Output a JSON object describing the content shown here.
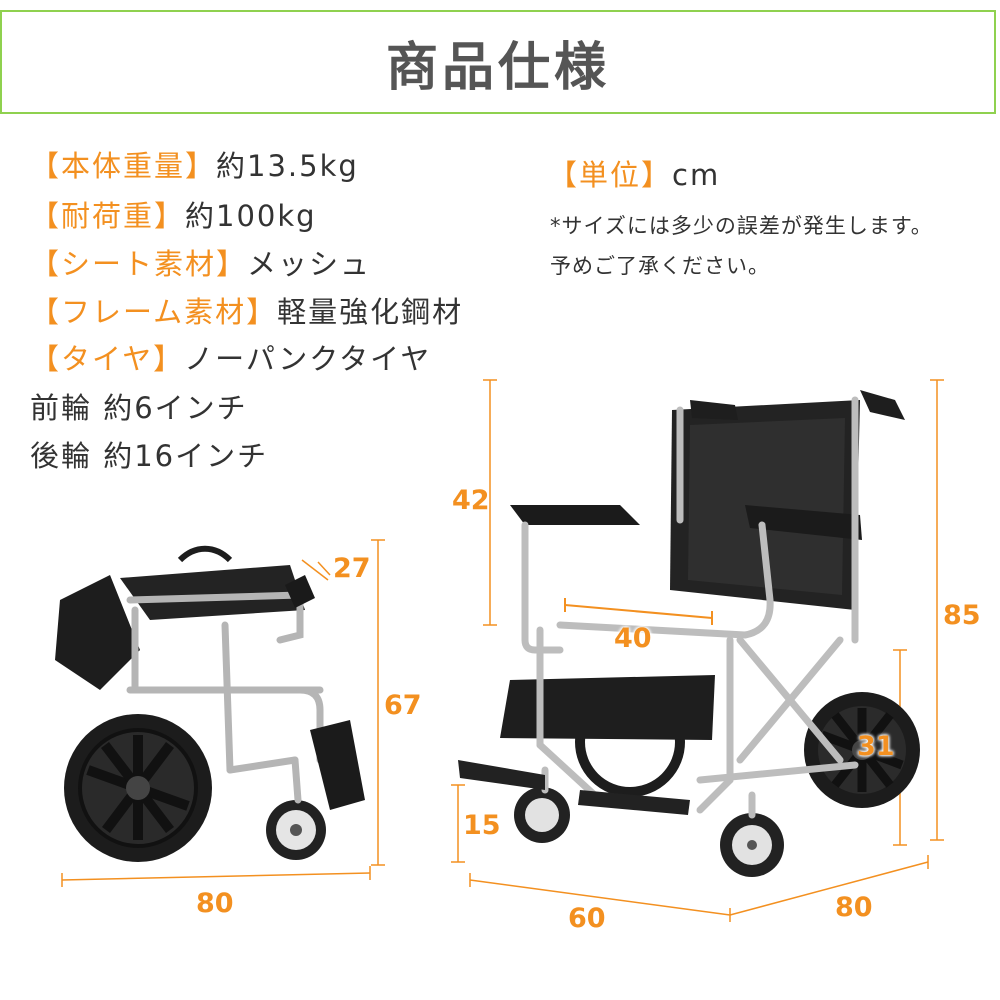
{
  "title": "商品仕様",
  "specs": [
    {
      "key": "【本体重量】",
      "value": "約13.5kg"
    },
    {
      "key": "【耐荷重】",
      "value": "約100kg"
    },
    {
      "key": "【シート素材】",
      "value": "メッシュ"
    },
    {
      "key": "【フレーム素材】",
      "value": "軽量強化鋼材"
    },
    {
      "key": "【タイヤ】",
      "value": "ノーパンクタイヤ"
    }
  ],
  "wheels": {
    "front": "前輪 約6インチ",
    "rear": "後輪 約16インチ"
  },
  "unit": {
    "key": "【単位】",
    "value": "cm"
  },
  "notes": [
    "*サイズには多少の誤差が発生します。",
    "予めご了承ください。"
  ],
  "dimensions": {
    "folded_top": "27",
    "folded_height": "67",
    "folded_width": "80",
    "seat_back": "42",
    "seat_width": "40",
    "total_height": "85",
    "rear_wheel": "31",
    "footrest": "15",
    "width": "60",
    "depth": "80"
  },
  "colors": {
    "accent": "#f39020",
    "border": "#8fd14f"
  }
}
